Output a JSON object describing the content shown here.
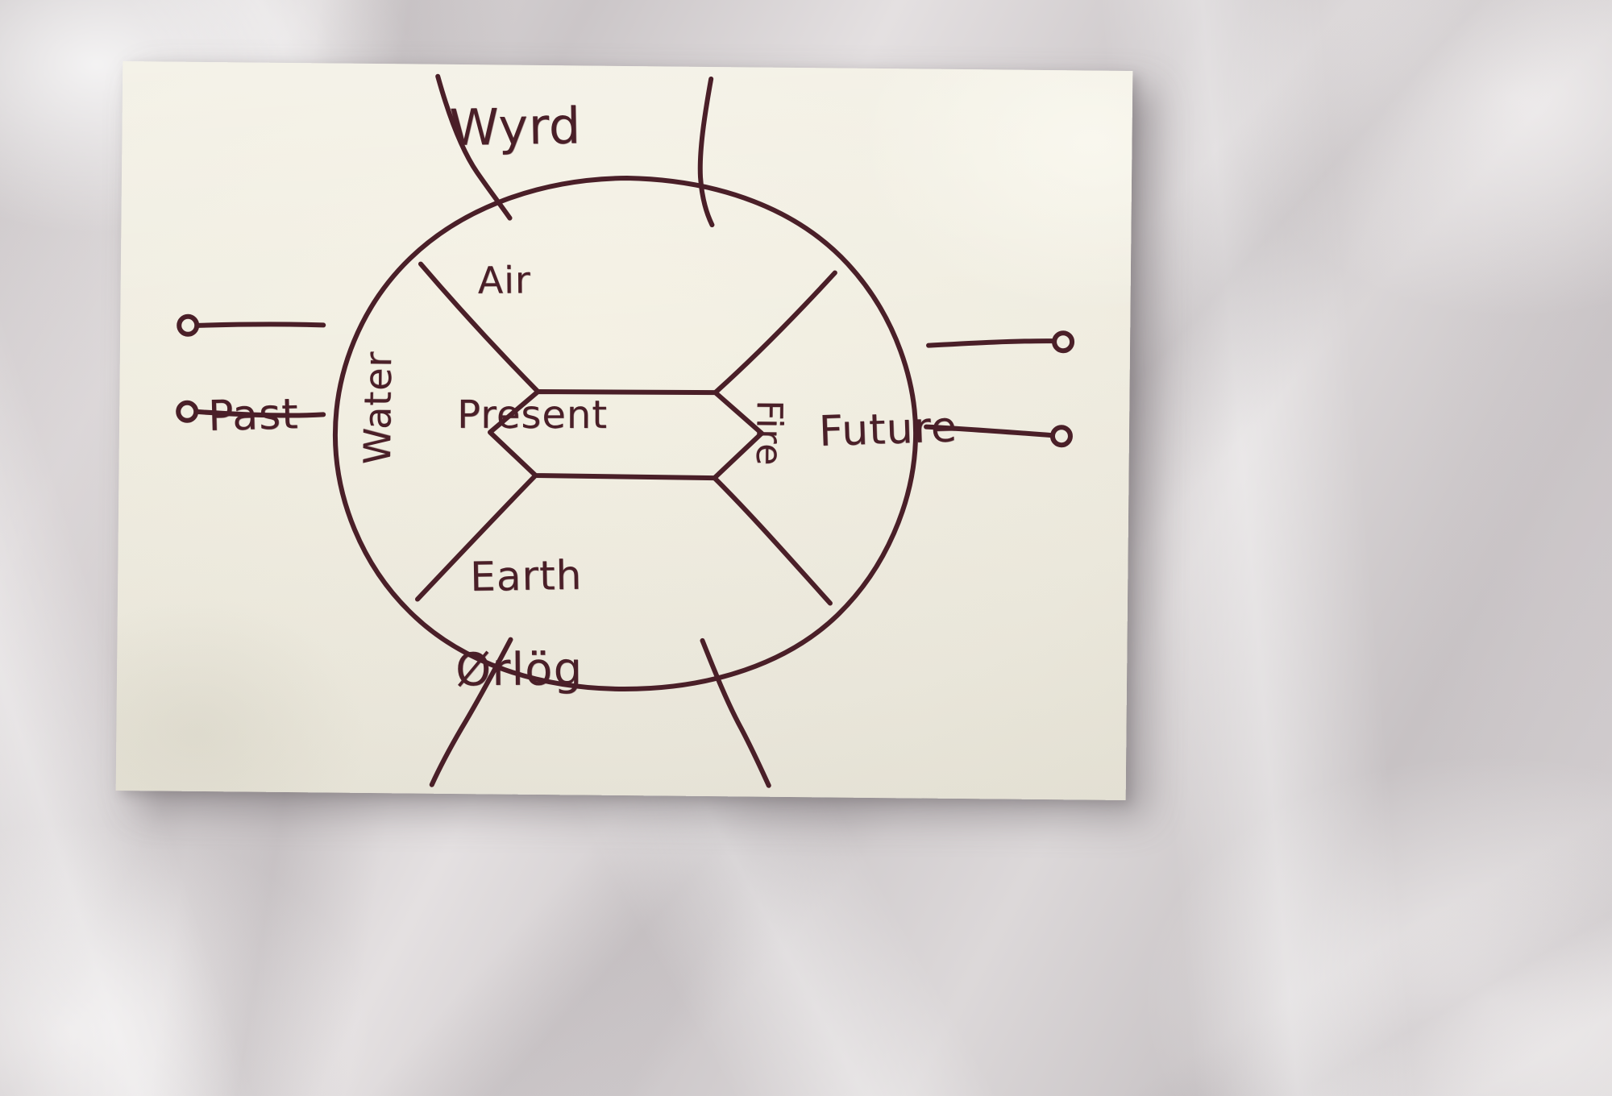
{
  "medium": {
    "surface": "cream index card",
    "background": "white crumpled fabric",
    "ink_color": "#4a1f28",
    "card_color": "#efece0"
  },
  "diagram": {
    "title": "Wyrd",
    "center": {
      "label": "Present",
      "shape": "hexagon"
    },
    "quadrants": [
      {
        "id": "air",
        "label": "Air",
        "position": "top"
      },
      {
        "id": "fire",
        "label": "Fire",
        "position": "right",
        "orientation": "rotated-clockwise"
      },
      {
        "id": "earth",
        "label": "Earth",
        "position": "bottom"
      },
      {
        "id": "water",
        "label": "Water",
        "position": "left",
        "orientation": "rotated-counterclockwise"
      }
    ],
    "axis_labels": [
      {
        "id": "wyrd",
        "label": "Wyrd",
        "position": "top",
        "connector": "two-diverging-curves"
      },
      {
        "id": "orlog",
        "label": "Ørlög",
        "position": "bottom",
        "connector": "two-diverging-curves"
      },
      {
        "id": "past",
        "label": "Past",
        "position": "left",
        "connector": "two-lines-with-open-circle-ends"
      },
      {
        "id": "future",
        "label": "Future",
        "position": "right",
        "connector": "two-lines-with-open-circle-ends"
      }
    ]
  }
}
